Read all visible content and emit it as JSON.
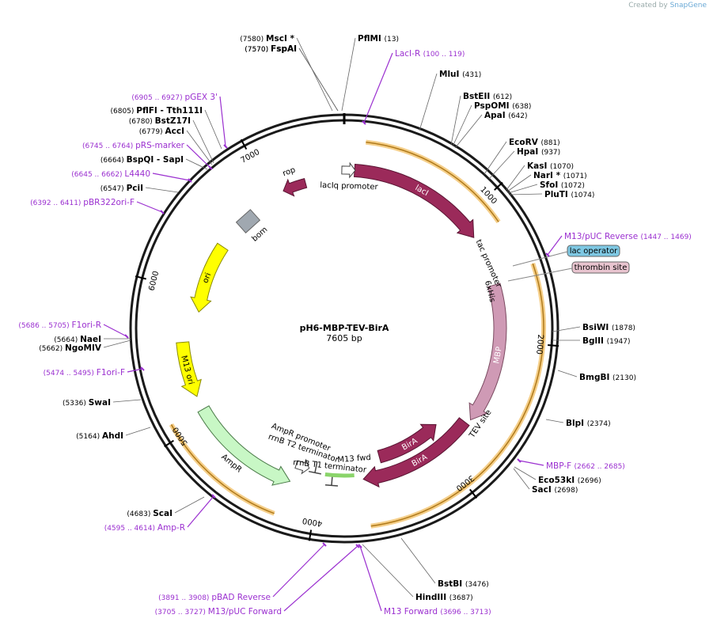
{
  "credit": {
    "prefix": "Created by",
    "brand": "SnapGene"
  },
  "plasmid": {
    "name": "pH6-MBP-TEV-BirA",
    "length_label": "7605 bp",
    "length": 7605
  },
  "ticks": [
    "1000",
    "2000",
    "3000",
    "4000",
    "5000",
    "6000",
    "7000"
  ],
  "features": [
    {
      "name": "lacIq promoter",
      "start": 1,
      "end": 78,
      "kind": "promoter"
    },
    {
      "name": "lacI",
      "start": 79,
      "end": 1161,
      "kind": "cds"
    },
    {
      "name": "tac promoter",
      "start": 1400,
      "end": 1428,
      "kind": "promoter"
    },
    {
      "name": "lac operator",
      "start": 1440,
      "end": 1456,
      "kind": "site"
    },
    {
      "name": "6xHis",
      "start": 1520,
      "end": 1545,
      "kind": "tag"
    },
    {
      "name": "MBP",
      "start": 1560,
      "end": 2660,
      "kind": "cds"
    },
    {
      "name": "TEV site",
      "start": 2670,
      "end": 2690,
      "kind": "site"
    },
    {
      "name": "BirA",
      "start": 2700,
      "end": 3650,
      "kind": "cds"
    },
    {
      "name": "M13 fwd",
      "start": 3690,
      "end": 3710,
      "kind": "primer"
    },
    {
      "name": "rrnB T1 terminator",
      "start": 3850,
      "end": 3937,
      "kind": "terminator"
    },
    {
      "name": "rrnB T2 terminator",
      "start": 4030,
      "end": 4057,
      "kind": "terminator"
    },
    {
      "name": "AmpR promoter",
      "start": 4110,
      "end": 4214,
      "kind": "promoter"
    },
    {
      "name": "AmpR",
      "start": 4215,
      "end": 5075,
      "kind": "cds"
    },
    {
      "name": "M13 ori",
      "start": 5180,
      "end": 5600,
      "kind": "ori"
    },
    {
      "name": "ori",
      "start": 5840,
      "end": 6420,
      "kind": "ori"
    },
    {
      "name": "bom",
      "start": 6650,
      "end": 6790,
      "kind": "misc"
    },
    {
      "name": "rop",
      "start": 7100,
      "end": 7290,
      "kind": "cds"
    }
  ],
  "callouts": [
    {
      "name": "thrombin site"
    },
    {
      "name": "lac operator"
    }
  ],
  "sites": [
    {
      "pos": "(7580)",
      "name": "MscI *",
      "type": "enzyme"
    },
    {
      "pos": "(7570)",
      "name": "FspAI",
      "type": "enzyme"
    },
    {
      "pos": "(13)",
      "name": "PflMI",
      "type": "enzyme"
    },
    {
      "pos": "(100 .. 119)",
      "name": "LacI-R",
      "type": "primer"
    },
    {
      "pos": "(431)",
      "name": "MluI",
      "type": "enzyme"
    },
    {
      "pos": "(612)",
      "name": "BstEII",
      "type": "enzyme"
    },
    {
      "pos": "(638)",
      "name": "PspOMI",
      "type": "enzyme"
    },
    {
      "pos": "(642)",
      "name": "ApaI",
      "type": "enzyme"
    },
    {
      "pos": "(881)",
      "name": "EcoRV",
      "type": "enzyme"
    },
    {
      "pos": "(937)",
      "name": "HpaI",
      "type": "enzyme"
    },
    {
      "pos": "(1070)",
      "name": "KasI",
      "type": "enzyme"
    },
    {
      "pos": "(1071)",
      "name": "NarI *",
      "type": "enzyme"
    },
    {
      "pos": "(1072)",
      "name": "SfoI",
      "type": "enzyme"
    },
    {
      "pos": "(1074)",
      "name": "PluTI",
      "type": "enzyme"
    },
    {
      "pos": "(1447 .. 1469)",
      "name": "M13/pUC Reverse",
      "type": "primer"
    },
    {
      "pos": "(1878)",
      "name": "BsiWI",
      "type": "enzyme"
    },
    {
      "pos": "(1947)",
      "name": "BglII",
      "type": "enzyme"
    },
    {
      "pos": "(2130)",
      "name": "BmgBI",
      "type": "enzyme"
    },
    {
      "pos": "(2374)",
      "name": "BlpI",
      "type": "enzyme"
    },
    {
      "pos": "(2662 .. 2685)",
      "name": "MBP-F",
      "type": "primer"
    },
    {
      "pos": "(2696)",
      "name": "Eco53kI",
      "type": "enzyme"
    },
    {
      "pos": "(2698)",
      "name": "SacI",
      "type": "enzyme"
    },
    {
      "pos": "(3476)",
      "name": "BstBI",
      "type": "enzyme"
    },
    {
      "pos": "(3687)",
      "name": "HindIII",
      "type": "enzyme"
    },
    {
      "pos": "(3696 .. 3713)",
      "name": "M13 Forward",
      "type": "primer"
    },
    {
      "pos": "(3705 .. 3727)",
      "name": "M13/pUC Forward",
      "type": "primer"
    },
    {
      "pos": "(3891 .. 3908)",
      "name": "pBAD Reverse",
      "type": "primer"
    },
    {
      "pos": "(4595 .. 4614)",
      "name": "Amp-R",
      "type": "primer"
    },
    {
      "pos": "(4683)",
      "name": "ScaI",
      "type": "enzyme"
    },
    {
      "pos": "(5164)",
      "name": "AhdI",
      "type": "enzyme"
    },
    {
      "pos": "(5336)",
      "name": "SwaI",
      "type": "enzyme"
    },
    {
      "pos": "(5474 .. 5495)",
      "name": "F1ori-F",
      "type": "primer"
    },
    {
      "pos": "(5662)",
      "name": "NgoMIV",
      "type": "enzyme"
    },
    {
      "pos": "(5664)",
      "name": "NaeI",
      "type": "enzyme"
    },
    {
      "pos": "(5686 .. 5705)",
      "name": "F1ori-R",
      "type": "primer"
    },
    {
      "pos": "(6392 .. 6411)",
      "name": "pBR322ori-F",
      "type": "primer"
    },
    {
      "pos": "(6547)",
      "name": "PciI",
      "type": "enzyme"
    },
    {
      "pos": "(6645 .. 6662)",
      "name": "L4440",
      "type": "primer"
    },
    {
      "pos": "(6664)",
      "name": "BspQI - SapI",
      "type": "enzyme"
    },
    {
      "pos": "(6745 .. 6764)",
      "name": "pRS-marker",
      "type": "primer"
    },
    {
      "pos": "(6779)",
      "name": "AccI",
      "type": "enzyme"
    },
    {
      "pos": "(6780)",
      "name": "BstZ17I",
      "type": "enzyme"
    },
    {
      "pos": "(6805)",
      "name": "PflFI - Tth111I",
      "type": "enzyme"
    },
    {
      "pos": "(6905 .. 6927)",
      "name": "pGEX 3'",
      "type": "primer"
    },
    {
      "pos": "(7570)",
      "name": "FspAI",
      "type": "enzyme"
    }
  ],
  "colors": {
    "backbone": "#1a1a1a",
    "cds": "#9b2a5a",
    "mbp": "#cf9ab5",
    "ori": "#ffff00",
    "ampr": "#c8f7c5",
    "primer": "#9b30d0",
    "orf": "#e8a33c",
    "bom": "#a0a8b0",
    "operator": "#7ec8e3",
    "thrombin": "#e8c4cf"
  }
}
